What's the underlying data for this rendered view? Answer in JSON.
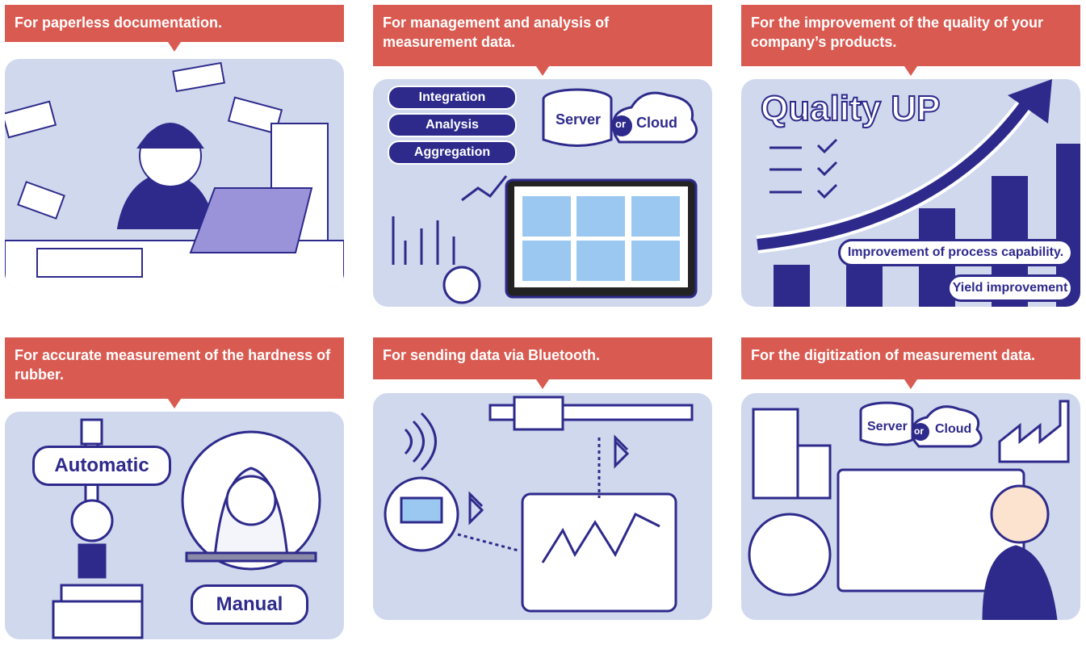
{
  "cards": [
    {
      "title": "For paperless documentation."
    },
    {
      "title": "For management and analysis of measurement data.",
      "pills": [
        "Integration",
        "Analysis",
        "Aggregation"
      ],
      "server": "Server",
      "or": "or",
      "cloud": "Cloud"
    },
    {
      "title": "For the improvement of the quality of your company’s products.",
      "headline": "Quality UP",
      "tags": [
        "Improvement of process capability.",
        "Yield improvement"
      ]
    },
    {
      "title": "For accurate measurement of the hardness of rubber.",
      "automatic": "Automatic",
      "manual": "Manual"
    },
    {
      "title": "For sending data via Bluetooth."
    },
    {
      "title": "For the digitization of measurement data.",
      "server": "Server",
      "or": "or",
      "cloud": "Cloud"
    }
  ],
  "colors": {
    "banner": "#d95a50",
    "panel": "#cfd8ec",
    "navy": "#2e2a8c"
  }
}
